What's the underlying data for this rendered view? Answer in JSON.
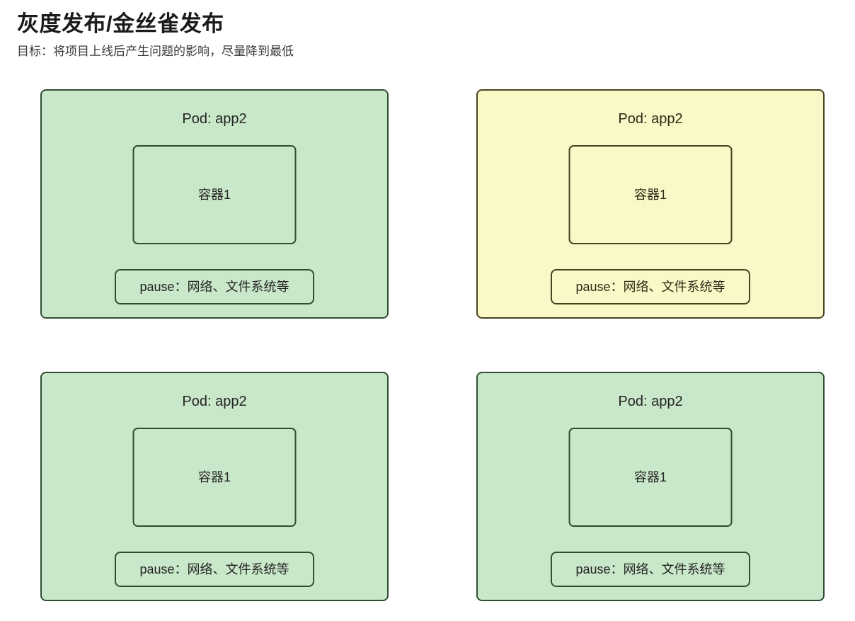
{
  "header": {
    "title": "灰度发布/金丝雀发布",
    "subtitle": "目标：将项目上线后产生问题的影响，尽量降到最低"
  },
  "colors": {
    "green_fill": "#c9e7c9",
    "yellow_fill": "#fbf8c8",
    "green_border": "#2f4f33",
    "yellow_border": "#46431f",
    "page_background": "#ffffff",
    "title_text": "#1b1b1b",
    "body_text": "#242424"
  },
  "diagram": {
    "type": "pod-grid",
    "columns": 2,
    "rows": 2,
    "pods": [
      {
        "pod_label": "Pod: app2",
        "container_label": "容器1",
        "pause_label": "pause：网络、文件系统等",
        "variant": "green",
        "position": "top-left",
        "highlighted": false
      },
      {
        "pod_label": "Pod: app2",
        "container_label": "容器1",
        "pause_label": "pause：网络、文件系统等",
        "variant": "yellow",
        "position": "top-right",
        "highlighted": true
      },
      {
        "pod_label": "Pod: app2",
        "container_label": "容器1",
        "pause_label": "pause：网络、文件系统等",
        "variant": "green",
        "position": "bottom-left",
        "highlighted": false
      },
      {
        "pod_label": "Pod: app2",
        "container_label": "容器1",
        "pause_label": "pause：网络、文件系统等",
        "variant": "green",
        "position": "bottom-right",
        "highlighted": false
      }
    ]
  }
}
